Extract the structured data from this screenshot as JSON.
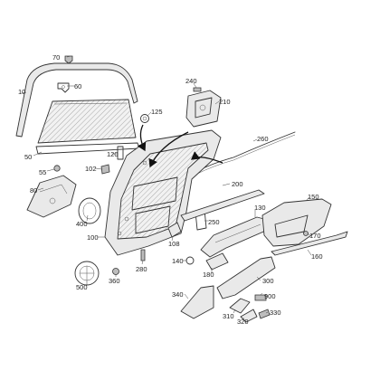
{
  "callouts": [
    {
      "id": "c10",
      "text": "10"
    },
    {
      "id": "c70",
      "text": "70"
    },
    {
      "id": "c60",
      "text": "60"
    },
    {
      "id": "c50",
      "text": "50"
    },
    {
      "id": "c55",
      "text": "55"
    },
    {
      "id": "c80",
      "text": "80"
    },
    {
      "id": "c102",
      "text": "102"
    },
    {
      "id": "c120",
      "text": "120"
    },
    {
      "id": "c125",
      "text": "125"
    },
    {
      "id": "c240",
      "text": "240"
    },
    {
      "id": "c210",
      "text": "210"
    },
    {
      "id": "c260",
      "text": "260"
    },
    {
      "id": "c200",
      "text": "200"
    },
    {
      "id": "c400",
      "text": "400"
    },
    {
      "id": "c100",
      "text": "100"
    },
    {
      "id": "c108",
      "text": "108"
    },
    {
      "id": "c250",
      "text": "250"
    },
    {
      "id": "c130",
      "text": "130"
    },
    {
      "id": "c150",
      "text": "150"
    },
    {
      "id": "c170",
      "text": "170"
    },
    {
      "id": "c160",
      "text": "160"
    },
    {
      "id": "c140",
      "text": "140"
    },
    {
      "id": "c280",
      "text": "280"
    },
    {
      "id": "c180",
      "text": "180"
    },
    {
      "id": "c500",
      "text": "500"
    },
    {
      "id": "c360",
      "text": "360"
    },
    {
      "id": "c300",
      "text": "300"
    },
    {
      "id": "c340",
      "text": "340"
    },
    {
      "id": "c900",
      "text": "900"
    },
    {
      "id": "c310",
      "text": "310"
    },
    {
      "id": "c330",
      "text": "330"
    },
    {
      "id": "c320",
      "text": "320"
    }
  ]
}
